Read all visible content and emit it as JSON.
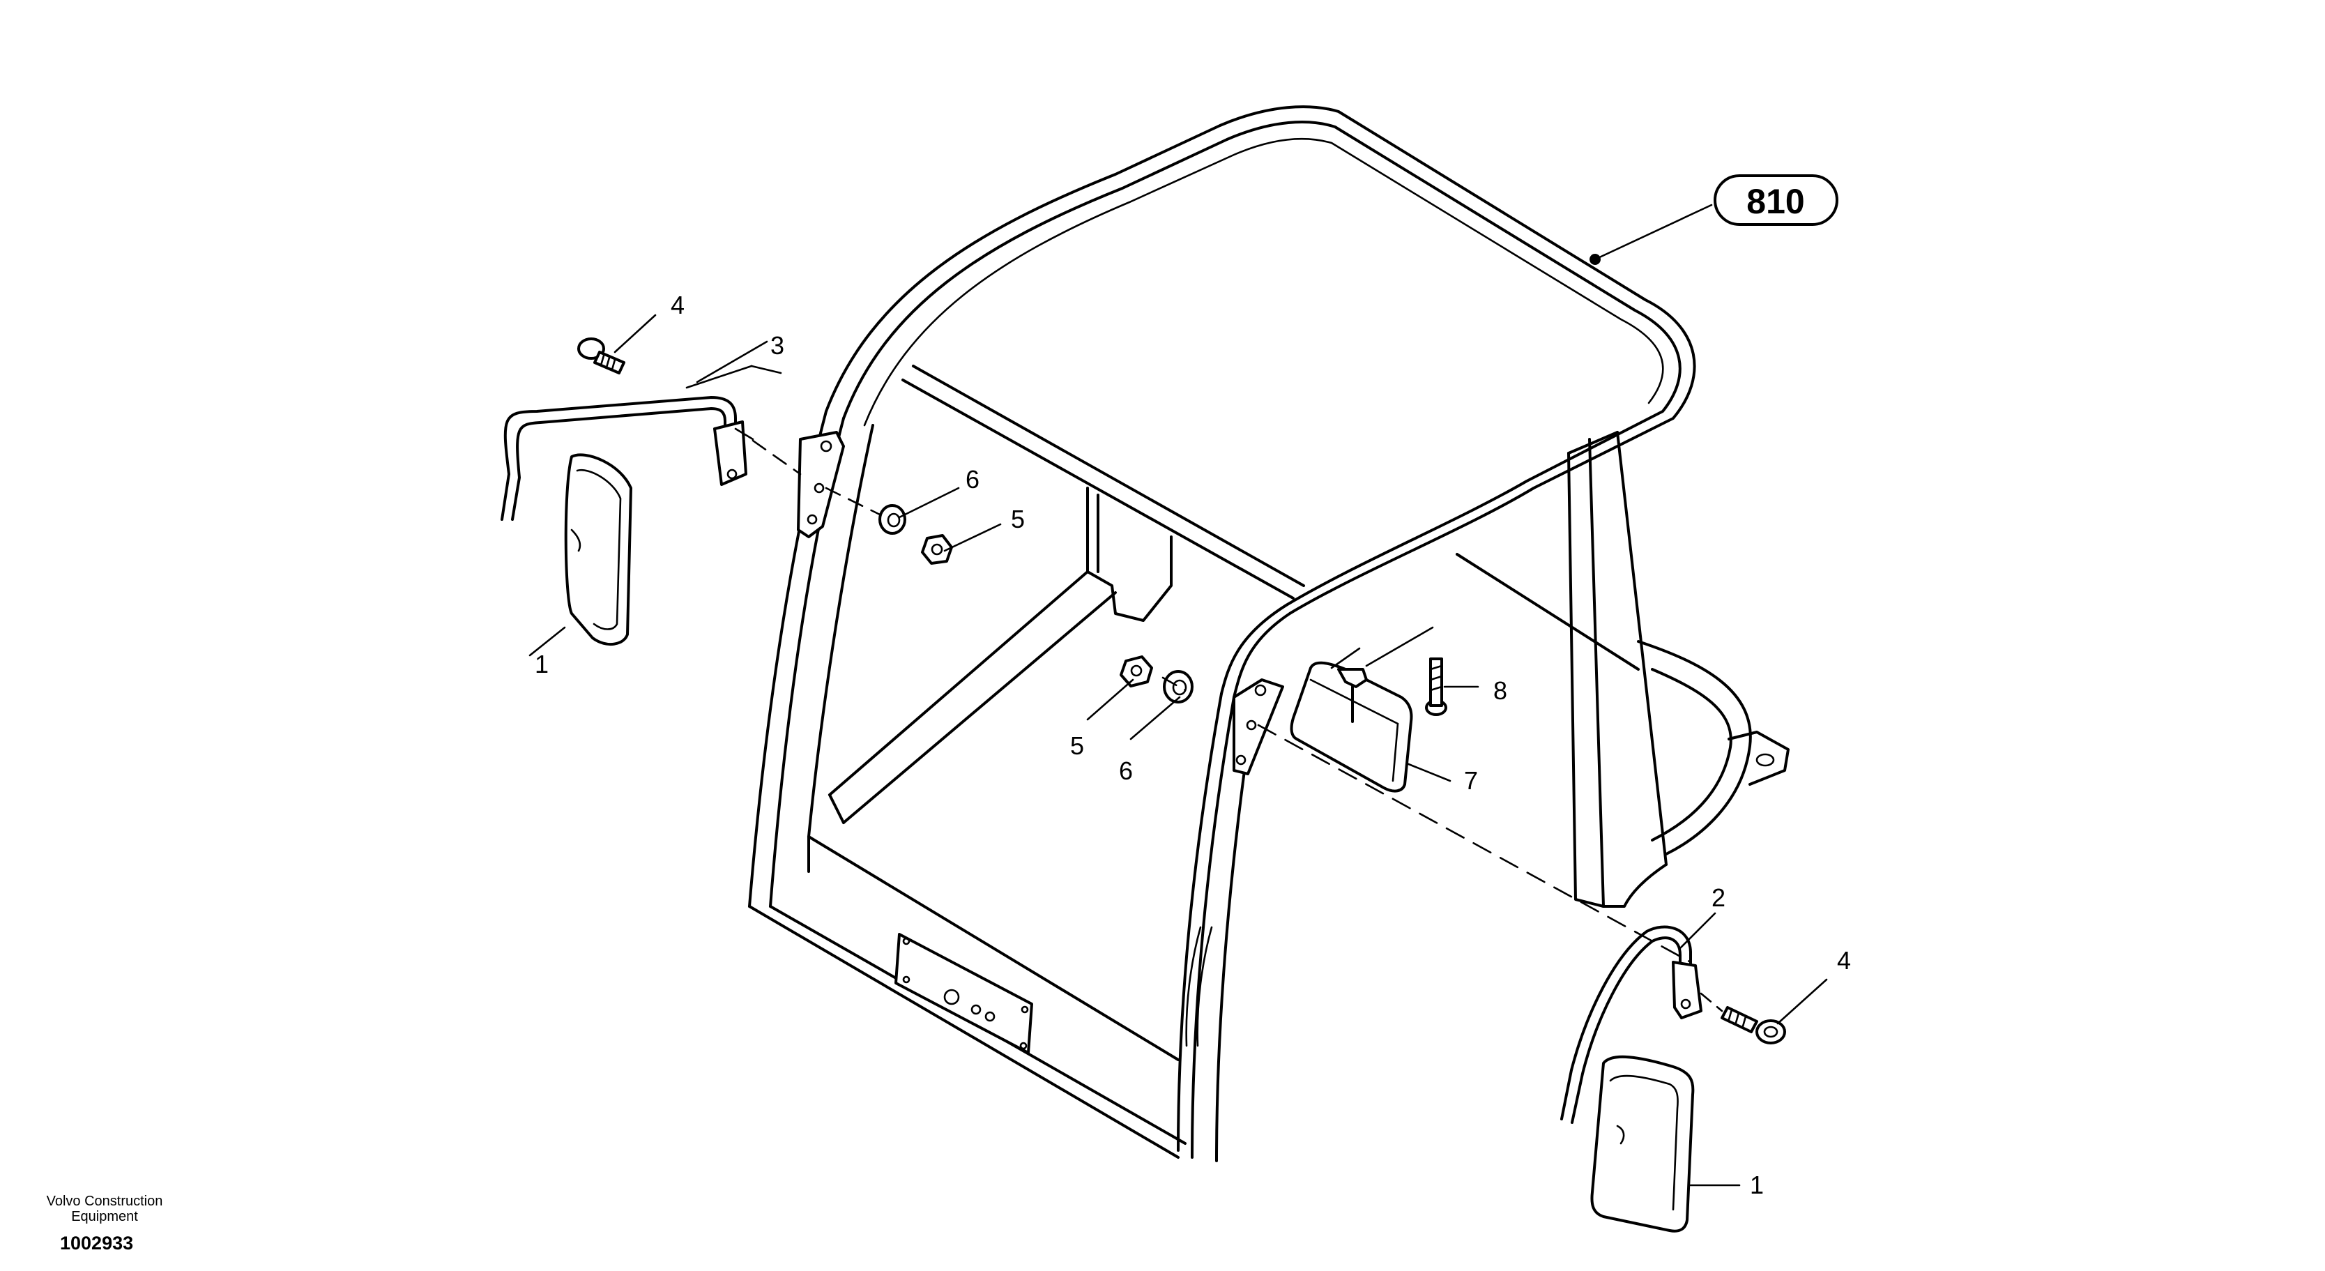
{
  "reference_callout": "810",
  "parts": {
    "p1_left": "1",
    "p1_right": "1",
    "p2": "2",
    "p3": "3",
    "p4_left": "4",
    "p4_right": "4",
    "p5_upper": "5",
    "p5_lower": "5",
    "p6_upper": "6",
    "p6_lower": "6",
    "p7": "7",
    "p8": "8"
  },
  "footer": {
    "brand_line1": "Volvo Construction",
    "brand_line2": "Equipment",
    "doc_number": "1002933"
  }
}
